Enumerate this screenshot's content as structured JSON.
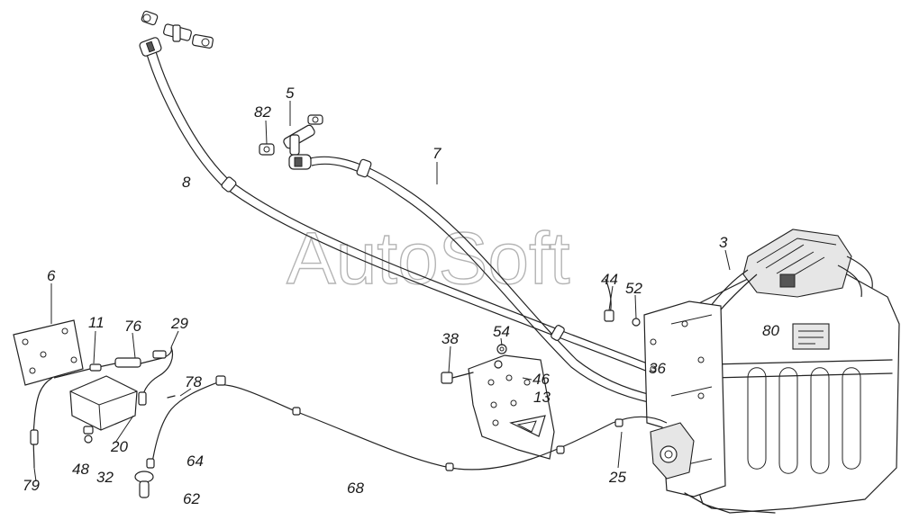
{
  "watermark": "AutoSoft",
  "callouts": [
    {
      "id": "c5",
      "text": "5"
    },
    {
      "id": "c82",
      "text": "82"
    },
    {
      "id": "c7",
      "text": "7"
    },
    {
      "id": "c8",
      "text": "8"
    },
    {
      "id": "c3",
      "text": "3"
    },
    {
      "id": "c44",
      "text": "44"
    },
    {
      "id": "c52",
      "text": "52"
    },
    {
      "id": "c80",
      "text": "80"
    },
    {
      "id": "c6",
      "text": "6"
    },
    {
      "id": "c11",
      "text": "11"
    },
    {
      "id": "c76",
      "text": "76"
    },
    {
      "id": "c29",
      "text": "29"
    },
    {
      "id": "c38",
      "text": "38"
    },
    {
      "id": "c54",
      "text": "54"
    },
    {
      "id": "c36",
      "text": "36"
    },
    {
      "id": "c46",
      "text": "46"
    },
    {
      "id": "c13",
      "text": "13"
    },
    {
      "id": "c78",
      "text": "78"
    },
    {
      "id": "c20",
      "text": "20"
    },
    {
      "id": "c64",
      "text": "64"
    },
    {
      "id": "c48",
      "text": "48"
    },
    {
      "id": "c32",
      "text": "32"
    },
    {
      "id": "c79",
      "text": "79"
    },
    {
      "id": "c62",
      "text": "62"
    },
    {
      "id": "c68",
      "text": "68"
    },
    {
      "id": "c25",
      "text": "25"
    }
  ]
}
